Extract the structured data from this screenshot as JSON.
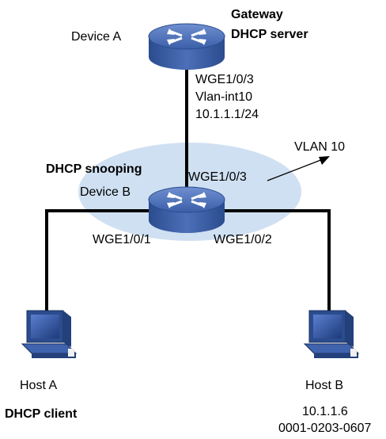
{
  "device_a": {
    "name": "Device A",
    "role_line1": "Gateway",
    "role_line2": "DHCP server",
    "port": "WGE1/0/3",
    "vlan_int": "Vlan-int10",
    "ip": "10.1.1.1/24"
  },
  "device_b": {
    "name": "Device B",
    "role": "DHCP snooping",
    "uplink_port": "WGE1/0/3",
    "port_left": "WGE1/0/1",
    "port_right": "WGE1/0/2"
  },
  "vlan_label": "VLAN 10",
  "host_a": {
    "name": "Host A",
    "role": "DHCP client"
  },
  "host_b": {
    "name": "Host B",
    "ip": "10.1.1.6",
    "mac": "0001-0203-0607"
  },
  "colors": {
    "vlan_ellipse": "#cfe0f2",
    "device_blue": "#3a5ea8",
    "link": "#000000"
  },
  "icons": {
    "router": "router-icon",
    "host": "pc-icon"
  }
}
